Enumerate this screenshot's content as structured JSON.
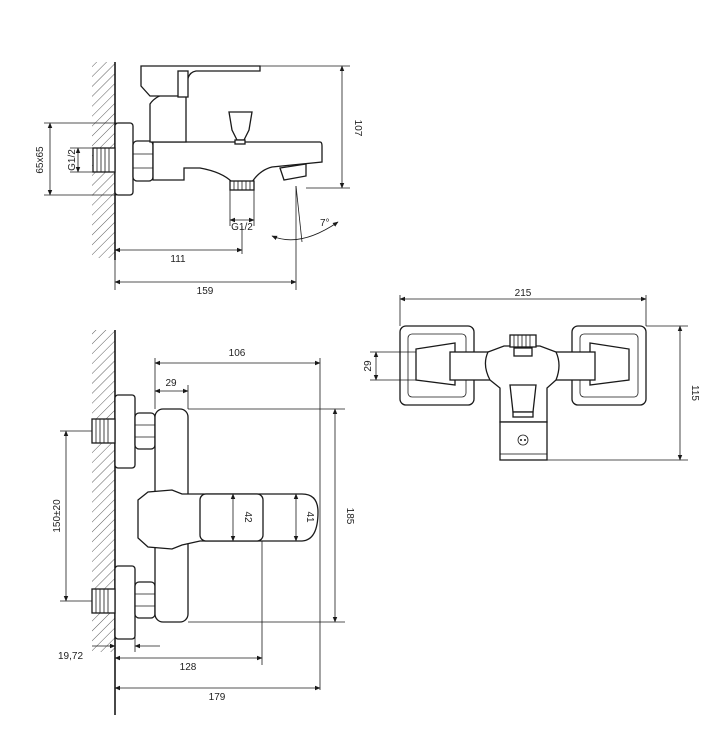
{
  "side_view": {
    "dim_height": "107",
    "dim_flange": "65x65",
    "dim_thread_wall": "G1/2",
    "dim_thread_outlet": "G1/2",
    "dim_depth_inner": "111",
    "dim_depth_total": "159",
    "dim_angle": "7°"
  },
  "front_view": {
    "dim_width_top": "106",
    "dim_offset": "29",
    "dim_spacing": "150±20",
    "dim_body_height": "185",
    "dim_handle_a": "42",
    "dim_handle_b": "41",
    "dim_wall_offset": "19,72",
    "dim_depth_handle": "128",
    "dim_depth_total": "179"
  },
  "top_view": {
    "dim_width_total": "215",
    "dim_height_total": "115",
    "dim_handle_offset": "29"
  }
}
